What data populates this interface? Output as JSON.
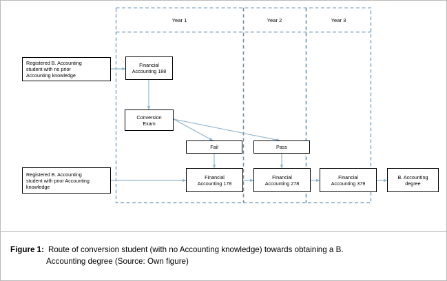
{
  "figure": {
    "caption_number": "Figure 1:",
    "caption_line1": "Route of conversion student (with no Accounting knowledge) towards obtaining a B.",
    "caption_line2": "Accounting degree (Source: Own figure)"
  },
  "colors": {
    "arrow": "#8fb3cc",
    "lane_border": "#6a8fae",
    "node_border": "#000000",
    "canvas": "#ffffff",
    "page_border": "#b9b9b9"
  },
  "swimlanes": {
    "header_labels": [
      {
        "id": "year-1",
        "label": "Year 1"
      },
      {
        "id": "year-2",
        "label": "Year 2"
      },
      {
        "id": "year-3",
        "label": "Year 3"
      }
    ]
  },
  "nodes": {
    "student_no_prior": "Registered B. Accounting\nstudent with no prior\nAccounting knowledge",
    "student_with_prior": "Registered B. Accounting\nstudent with prior Accounting\nknowledge",
    "financial_accounting_188": "Financial\nAccounting  188",
    "conversion_exam": "Conversion\nExam",
    "fail": "Fail",
    "pass": "Pass",
    "financial_accounting_178": "Financial\nAccounting  178",
    "financial_accounting_278": "Financial\nAccounting  278",
    "financial_accounting_379": "Financial\nAccounting  379",
    "b_accounting_degree": "B. Accounting\ndegree"
  },
  "chart_data": {
    "type": "diagram",
    "title": "Route of conversion student (with no Accounting knowledge) towards obtaining a B. Accounting degree",
    "lanes": [
      "Year 1",
      "Year 2",
      "Year 3"
    ],
    "nodes": [
      {
        "id": "student-no-prior",
        "label": "Registered B. Accounting student with no prior Accounting knowledge",
        "lane": null
      },
      {
        "id": "student-with-prior",
        "label": "Registered B. Accounting student with prior Accounting knowledge",
        "lane": null
      },
      {
        "id": "fa-188",
        "label": "Financial Accounting 188",
        "lane": "Year 1"
      },
      {
        "id": "conversion-exam",
        "label": "Conversion Exam",
        "lane": "Year 1"
      },
      {
        "id": "fail",
        "label": "Fail",
        "lane": "Year 1"
      },
      {
        "id": "pass",
        "label": "Pass",
        "lane": "Year 2"
      },
      {
        "id": "fa-178",
        "label": "Financial Accounting 178",
        "lane": "Year 1"
      },
      {
        "id": "fa-278",
        "label": "Financial Accounting 278",
        "lane": "Year 2"
      },
      {
        "id": "fa-379",
        "label": "Financial Accounting 379",
        "lane": "Year 3"
      },
      {
        "id": "degree",
        "label": "B. Accounting degree",
        "lane": null
      }
    ],
    "edges": [
      {
        "from": "student-no-prior",
        "to": "fa-188"
      },
      {
        "from": "fa-188",
        "to": "conversion-exam"
      },
      {
        "from": "conversion-exam",
        "to": "fail"
      },
      {
        "from": "conversion-exam",
        "to": "pass"
      },
      {
        "from": "fail",
        "to": "fa-178"
      },
      {
        "from": "pass",
        "to": "fa-278"
      },
      {
        "from": "student-with-prior",
        "to": "fa-178"
      },
      {
        "from": "fa-178",
        "to": "fa-278"
      },
      {
        "from": "fa-278",
        "to": "fa-379"
      },
      {
        "from": "fa-379",
        "to": "degree"
      }
    ]
  }
}
